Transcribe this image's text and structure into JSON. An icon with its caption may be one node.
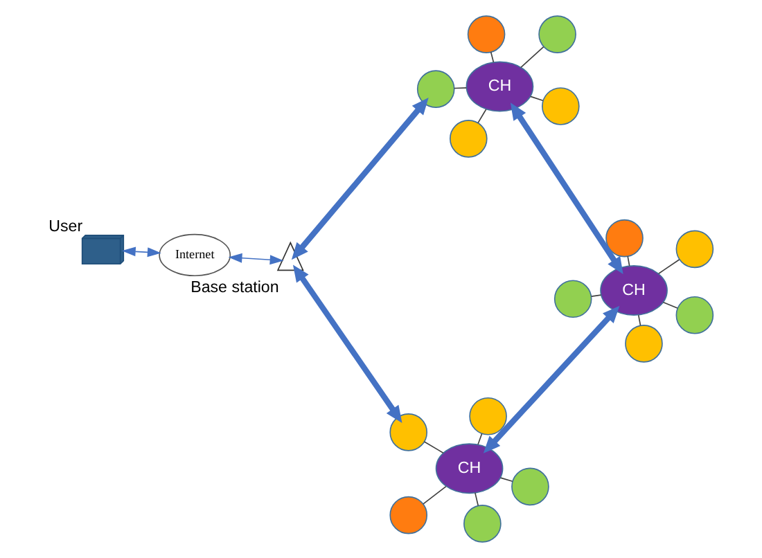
{
  "diagram": {
    "nodes": [
      {
        "text": [
          "CH"
        ]
      },
      {
        "text": [],
        "shape": "circle"
      },
      {
        "text": [],
        "shape": "circle"
      },
      {
        "text": [],
        "shape": "circle"
      },
      {
        "text": [],
        "shape": "circle"
      },
      {
        "text": [],
        "shape": "circle"
      },
      {
        "text": [
          "CH"
        ]
      },
      {
        "text": [],
        "shape": "circle"
      },
      {
        "text": [],
        "shape": "circle"
      },
      {
        "text": [],
        "shape": "circle"
      },
      {
        "text": [],
        "shape": "circle"
      },
      {
        "text": [],
        "shape": "circle"
      },
      {
        "text": [
          "CH"
        ]
      },
      {
        "text": [],
        "shape": "circle"
      },
      {
        "text": [],
        "shape": "circle"
      },
      {
        "text": [],
        "shape": "circle"
      },
      {
        "text": [],
        "shape": "circle"
      },
      {
        "text": [],
        "shape": "circle"
      },
      {
        "text": [],
        "shape": "antenna",
        "beside": [
          "Base station"
        ]
      },
      {
        "text": [
          "Internet"
        ]
      },
      {
        "text": [],
        "shape": "laptop",
        "beside": [
          "User"
        ]
      }
    ],
    "edges": [
      {
        "from": 0,
        "to": 1,
        "arrow": "none"
      },
      {
        "from": 0,
        "to": 2,
        "arrow": "none"
      },
      {
        "from": 0,
        "to": 3,
        "arrow": "none"
      },
      {
        "from": 0,
        "to": 4,
        "arrow": "none"
      },
      {
        "from": 0,
        "to": 5,
        "arrow": "none"
      },
      {
        "from": 6,
        "to": 7,
        "arrow": "none"
      },
      {
        "from": 6,
        "to": 8,
        "arrow": "none"
      },
      {
        "from": 6,
        "to": 9,
        "arrow": "none"
      },
      {
        "from": 6,
        "to": 10,
        "arrow": "none"
      },
      {
        "from": 6,
        "to": 11,
        "arrow": "none"
      },
      {
        "from": 12,
        "to": 13,
        "arrow": "none"
      },
      {
        "from": 12,
        "to": 14,
        "arrow": "none"
      },
      {
        "from": 12,
        "to": 15,
        "arrow": "none"
      },
      {
        "from": 12,
        "to": 16,
        "arrow": "none"
      },
      {
        "from": 12,
        "to": 17,
        "arrow": "none"
      },
      {
        "from": 0,
        "to": 6,
        "arrow": "both",
        "style": "thick",
        "color": "#4472c4"
      },
      {
        "from": 6,
        "to": 12,
        "arrow": "both",
        "style": "thick",
        "color": "#4472c4"
      },
      {
        "from": 5,
        "to": 18,
        "arrow": "both",
        "style": "thick",
        "color": "#4472c4"
      },
      {
        "from": 16,
        "to": 18,
        "arrow": "both",
        "style": "thick",
        "color": "#4472c4"
      },
      {
        "from": 18,
        "to": 19,
        "arrow": "both",
        "color": "#4472c4"
      },
      {
        "from": 19,
        "to": 20,
        "arrow": "both",
        "color": "#4472c4"
      }
    ]
  }
}
